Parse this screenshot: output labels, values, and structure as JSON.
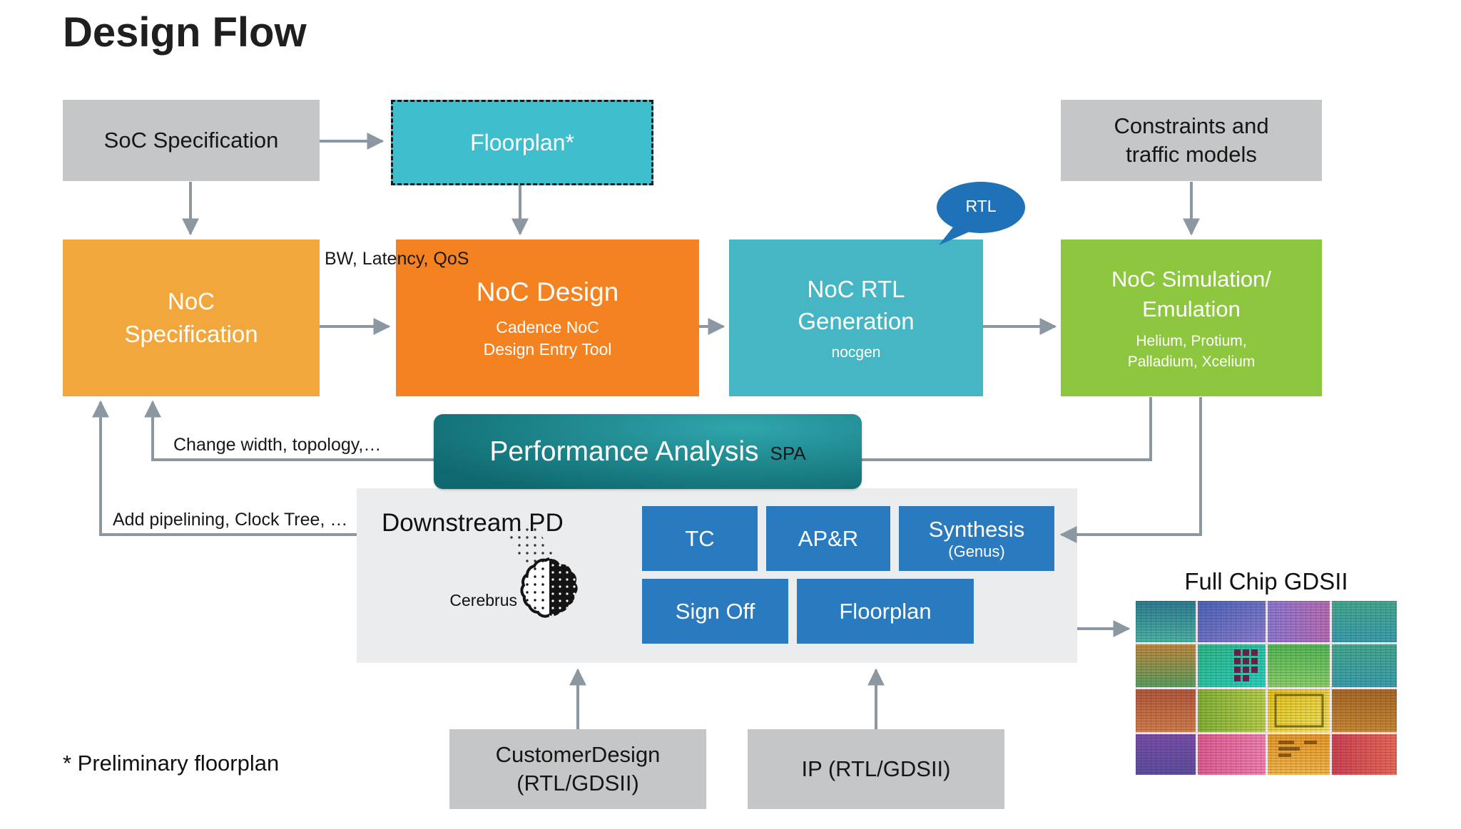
{
  "title": "Design Flow",
  "footnote": "* Preliminary floorplan",
  "bubble_label": "RTL",
  "boxes": {
    "soc_spec": {
      "label": "SoC Specification"
    },
    "floorplan": {
      "label": "Floorplan*"
    },
    "constraints": {
      "line1": "Constraints and",
      "line2": "traffic models"
    },
    "noc_spec": {
      "line1": "NoC",
      "line2": "Specification"
    },
    "noc_design": {
      "label": "NoC Design",
      "sub1": "Cadence NoC",
      "sub2": "Design Entry Tool"
    },
    "noc_rtl": {
      "line1": "NoC RTL",
      "line2": "Generation",
      "sub": "nocgen"
    },
    "noc_sim": {
      "line1": "NoC Simulation/",
      "line2": "Emulation",
      "sub1": "Helium, Protium,",
      "sub2": "Palladium, Xcelium"
    },
    "perf": {
      "label": "Performance Analysis",
      "tag": "SPA"
    },
    "downstream": {
      "title": "Downstream PD",
      "tool": "Cerebrus",
      "steps": {
        "tc": "TC",
        "apr": "AP&R",
        "synthesis": "Synthesis",
        "synthesis_sub": "(Genus)",
        "signoff": "Sign Off",
        "floorplan": "Floorplan"
      }
    },
    "customer": {
      "line1": "CustomerDesign",
      "line2": "(RTL/GDSII)"
    },
    "ip": {
      "label": "IP (RTL/GDSII)"
    },
    "full_chip": {
      "label": "Full Chip GDSII"
    }
  },
  "edge_labels": {
    "bw1": "BW,",
    "bw2": "Latency,",
    "bw3": "QoS",
    "change": "Change width, topology,…",
    "pipeline": "Add pipelining, Clock Tree, …"
  },
  "colors": {
    "accent_amber": "#f2a73d",
    "accent_orange": "#f58220",
    "accent_teal": "#3fbecd",
    "accent_teal_dark": "#46b6c4",
    "accent_green": "#8dc63f",
    "accent_blue": "#2a7abf",
    "bubble_blue": "#1f72b8",
    "box_gray": "#c5c6c7",
    "panel_gray": "#ebeced",
    "arrow_gray": "#8b97a1",
    "pa_grad_start": "#0f686f",
    "pa_grad_end": "#2fa6ac"
  }
}
